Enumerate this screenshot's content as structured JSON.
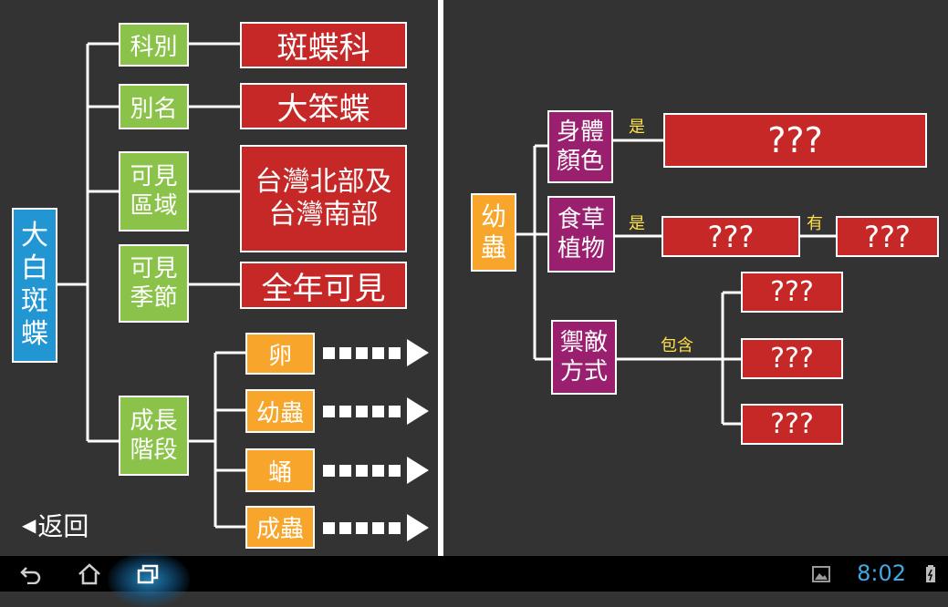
{
  "left_tree": {
    "root": "大\n白\n斑\n蝶",
    "categories": [
      {
        "label": "科別",
        "value": "斑蝶科"
      },
      {
        "label": "別名",
        "value": "大笨蝶"
      },
      {
        "label": "可見\n區域",
        "value": "台灣北部及\n台灣南部"
      },
      {
        "label": "可見\n季節",
        "value": "全年可見"
      }
    ],
    "growth": {
      "label": "成長\n階段",
      "stages": [
        "卵",
        "幼蟲",
        "蛹",
        "成蟲"
      ]
    },
    "back_label": "返回"
  },
  "right_tree": {
    "root": "幼\n蟲",
    "body_color": {
      "label": "身體\n顏色",
      "relation": "是",
      "value": "???"
    },
    "food_plant": {
      "label": "食草\n植物",
      "relation": "是",
      "value": "???",
      "relation2": "有",
      "value2": "???"
    },
    "defense": {
      "label": "禦敵\n方式",
      "relation": "包含",
      "values": [
        "???",
        "???",
        "???"
      ]
    }
  },
  "navbar": {
    "time": "8:02",
    "icons": [
      "back-icon",
      "home-icon",
      "recent-apps-icon",
      "gallery-icon",
      "battery-icon"
    ]
  },
  "colors": {
    "background": "#333333",
    "root_blue": "#2196d3",
    "category_green": "#8bc34a",
    "value_red": "#c62828",
    "stage_orange": "#f7a62b",
    "larva_orange": "#f7a62b",
    "question_purple": "#9b1f6f",
    "relation_yellow": "#ffe14a",
    "clock_blue": "#3fa9e8"
  }
}
